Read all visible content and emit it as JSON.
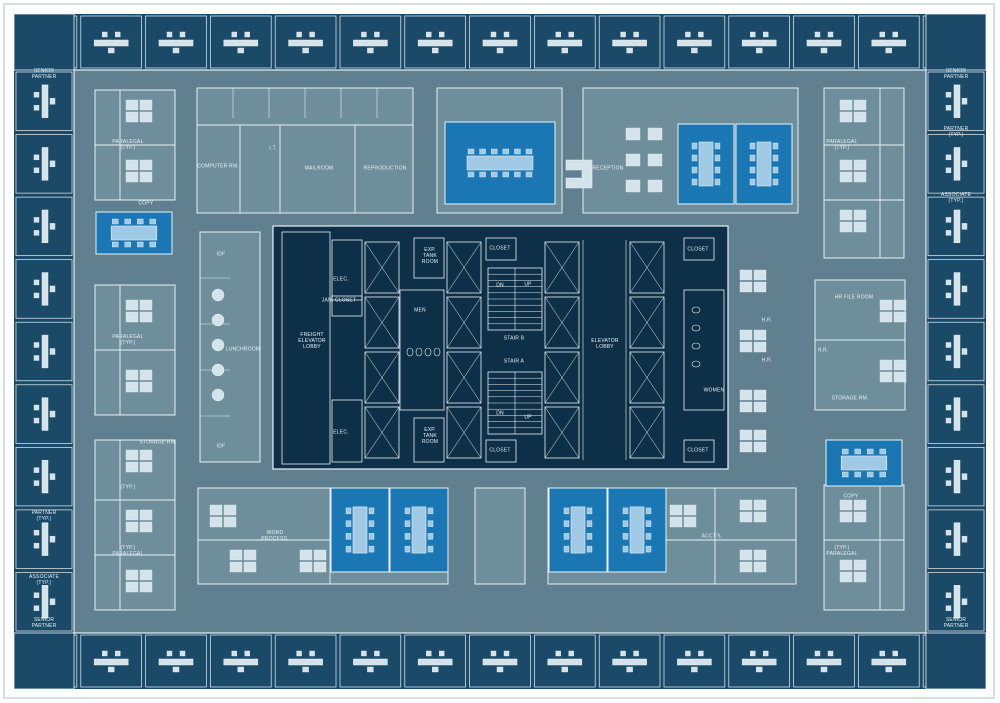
{
  "colors": {
    "paper": "#ffffff",
    "frame_edge": "#c9d4db",
    "outer_ring": "#1b4a68",
    "corridor": "#60808f",
    "office_fill": "#6e8e9c",
    "core": "#0d2f47",
    "conference": "#1a77b4",
    "line": "#e9f1f6",
    "furniture": "#d4e2ea",
    "conf_furniture": "#9fc9e4"
  },
  "labels": {
    "senior_partner_tl": "SENIOR\nPARTNER",
    "senior_partner_tr": "SENIOR\nPARTNER",
    "senior_partner_bl": "SENIOR\nPARTNER",
    "senior_partner_br": "SENIOR\nPARTNER",
    "partner_typ_left": "PARTNER\n(TYP.)",
    "partner_typ_right": "PARTNER\n(TYP.)",
    "associate_typ_left": "ASSOCIATE\n(TYP.)",
    "associate_typ_right": "ASSOCIATE\n(TYP.)",
    "paralegal_typ_tl": "PARALEGAL\n(TYP.)",
    "paralegal_typ_ml": "PARALEGAL\n(TYP.)",
    "paralegal_typ_tr": "PARALEGAL\n(TYP.)",
    "typ_bl": "(TYP.)",
    "typ_paralegal_bl": "(TYP.)\nPARALEGAL",
    "typ_paralegal_br": "(TYP.)\nPARALEGAL",
    "copy_left": "COPY",
    "copy_right": "COPY",
    "computer_rm": "COMPUTER RM.",
    "it": "I.T.",
    "mailroom": "MAILROOM",
    "reproduction": "REPRODUCTION",
    "reception": "RECEPTION",
    "idf_top": "IDF",
    "idf_bottom": "IDF",
    "lunchroom": "LUNCHROOM",
    "freight_elevator_lobby": "FREIGHT\nELEVATOR\nLOBBY",
    "elec_top": "ELEC.",
    "elec_bottom": "ELEC.",
    "jan_closet": "JAN. CLOSET",
    "men": "MEN",
    "women": "WOMEN",
    "exp_tank_room_top": "EXP.\nTANK\nROOM",
    "exp_tank_room_bottom": "EXP.\nTANK\nROOM",
    "closet_1": "CLOSET",
    "closet_2": "CLOSET",
    "closet_3": "CLOSET",
    "closet_4": "CLOSET",
    "stair_b": "STAIR B",
    "stair_a": "STAIR A",
    "dn_top": "DN",
    "up_top": "UP",
    "dn_bottom": "DN",
    "up_bottom": "UP",
    "elevator_lobby": "ELEVATOR\nLOBBY",
    "hr_file_room": "HR FILE ROOM",
    "hr_1": "H.R.",
    "hr_2": "H.R.",
    "hr_3": "H.R.",
    "storage_rm_right": "STORAGE RM.",
    "storage_rm_left": "STORAGE RM.",
    "word_process": "WORD\nPROCESS.",
    "accts": "ACCT'S."
  }
}
